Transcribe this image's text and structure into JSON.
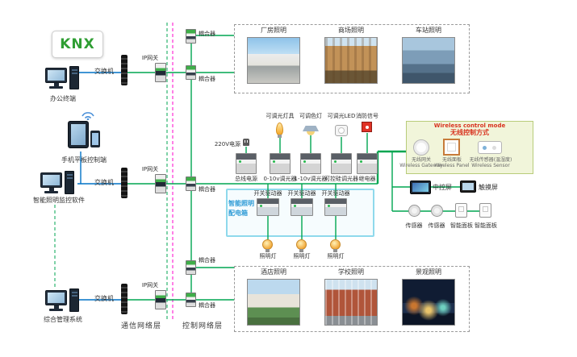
{
  "logo": {
    "text": "KNX"
  },
  "colors": {
    "bus_green": "#00a651",
    "ethernet_blue": "#0072c6",
    "separator_green": "#00a651",
    "separator_pink": "#ff00cc",
    "distribution_box_border": "#8fd9ec",
    "distribution_box_title": "#2e9bd6",
    "wireless_box_bg": "#f1f5da",
    "wireless_title_red": "#d8331f"
  },
  "terminals": [
    {
      "label": "办公终端"
    },
    {
      "label": "手机平板控制端"
    },
    {
      "label": "智能照明监控软件"
    },
    {
      "label": "综合管理系统"
    }
  ],
  "layers": {
    "communication": "通信网络层",
    "control": "控制网络层"
  },
  "switches": [
    {
      "label": "交换机"
    },
    {
      "label": "交换机"
    },
    {
      "label": "交换机"
    }
  ],
  "gateways": [
    {
      "label": "IP网关"
    },
    {
      "label": "IP网关"
    },
    {
      "label": "IP网关"
    }
  ],
  "couplers": [
    {
      "label": "耦合器"
    },
    {
      "label": "耦合器"
    },
    {
      "label": "耦合器"
    },
    {
      "label": "耦合器"
    },
    {
      "label": "耦合器"
    }
  ],
  "top_gallery": {
    "items": [
      {
        "label": "厂房照明"
      },
      {
        "label": "商场照明"
      },
      {
        "label": "车站照明"
      }
    ]
  },
  "bottom_gallery": {
    "items": [
      {
        "label": "酒店照明"
      },
      {
        "label": "学校照明"
      },
      {
        "label": "景观照明"
      }
    ]
  },
  "loads": [
    {
      "label": "可调光灯具"
    },
    {
      "label": "可调色灯"
    },
    {
      "label": "可调光LED"
    },
    {
      "label": "消防信号"
    }
  ],
  "power": {
    "label": "220V电源"
  },
  "modules": [
    {
      "label": "总线电源"
    },
    {
      "label": "0-10v调光器"
    },
    {
      "label": "1-10v调光器"
    },
    {
      "label": "可控硅调光器"
    },
    {
      "label": "继电器"
    }
  ],
  "distribution_box": {
    "title_line1": "智能照明",
    "title_line2": "配电箱",
    "drivers": [
      {
        "label": "开关驱动器"
      },
      {
        "label": "开关驱动器"
      },
      {
        "label": "开关驱动器"
      }
    ],
    "lamps": [
      {
        "label": "照明灯"
      },
      {
        "label": "照明灯"
      },
      {
        "label": "照明灯"
      }
    ]
  },
  "wireless": {
    "title_en": "Wireless control mode",
    "title_cn": "无线控制方式",
    "devices": [
      {
        "cn": "无线网关",
        "en": "Wireless Gateway"
      },
      {
        "cn": "无线面板",
        "en": "Wireless Panel"
      },
      {
        "cn": "无线传感器(温湿度)",
        "en": "Wireless Sensor"
      }
    ]
  },
  "control_devices": {
    "screens": [
      {
        "label": "中控屏"
      },
      {
        "label": "触摸屏"
      }
    ],
    "field": [
      {
        "label": "传感器"
      },
      {
        "label": "传感器"
      },
      {
        "label": "智能面板"
      },
      {
        "label": "智能面板"
      }
    ]
  }
}
